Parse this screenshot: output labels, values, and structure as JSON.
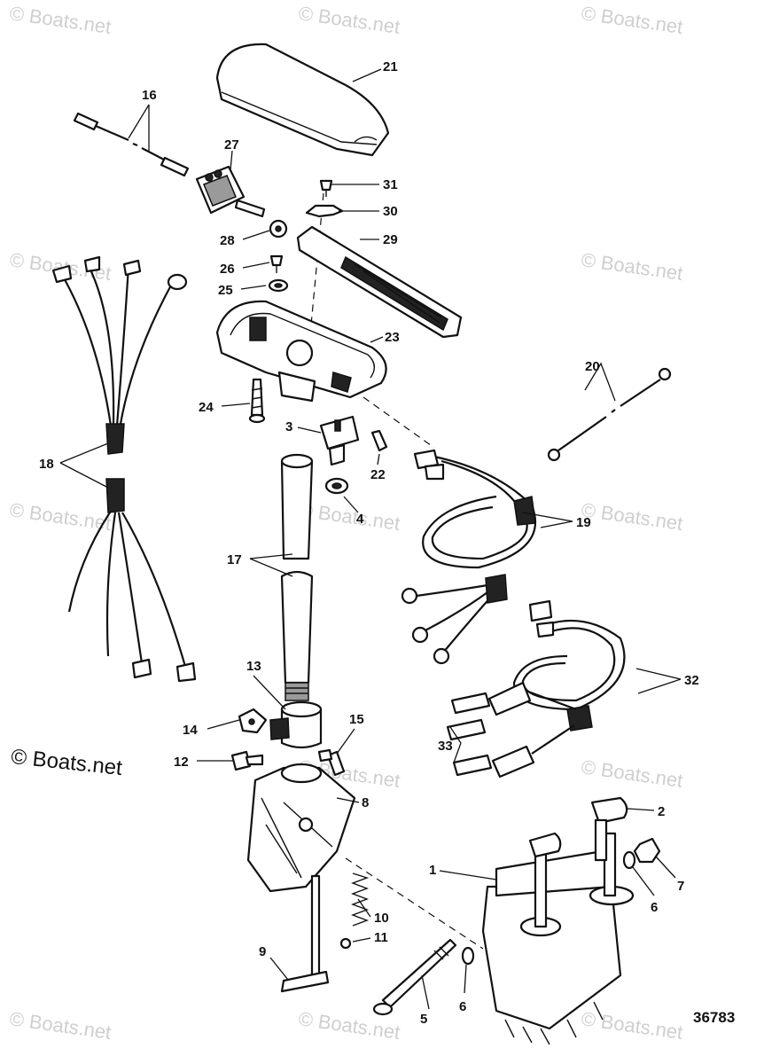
{
  "watermark": "© Boats.net",
  "corner_logo": "© Boats.net",
  "figure_number": "36783",
  "callouts": {
    "c1": "1",
    "c2": "2",
    "c3": "3",
    "c4": "4",
    "c5": "5",
    "c6a": "6",
    "c6b": "6",
    "c7": "7",
    "c8": "8",
    "c9": "9",
    "c10": "10",
    "c11": "11",
    "c12": "12",
    "c13": "13",
    "c14": "14",
    "c15": "15",
    "c16": "16",
    "c17": "17",
    "c18": "18",
    "c19": "19",
    "c20": "20",
    "c21": "21",
    "c22": "22",
    "c23": "23",
    "c24": "24",
    "c25": "25",
    "c26": "26",
    "c27": "27",
    "c28": "28",
    "c29": "29",
    "c30": "30",
    "c31": "31",
    "c32": "32",
    "c33": "33"
  }
}
